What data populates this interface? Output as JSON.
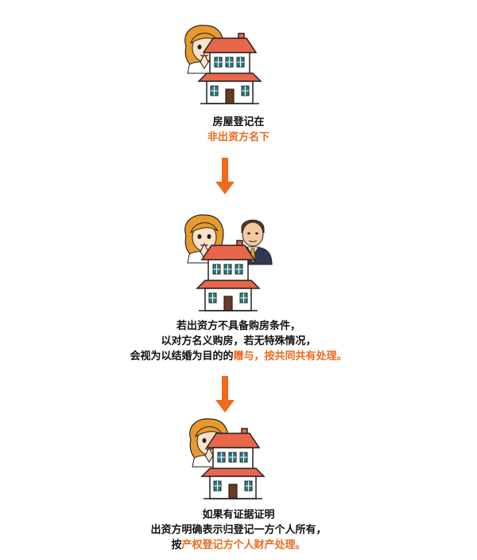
{
  "steps": [
    {
      "line1": "房屋登记在",
      "line2_highlight": "非出资方名下"
    },
    {
      "line1": "若出资方不具备购房条件，",
      "line2": "以对方名义购房，若无特殊情况，",
      "line3_prefix": "会视为以结婚为目的的",
      "line3_highlight": "赠与，按共同共有处理。"
    },
    {
      "line1": "如果有证据证明",
      "line2": "出资方明确表示归登记一方个人所有，",
      "line3_prefix": "按",
      "line3_highlight": "产权登记方个人财产处理。"
    }
  ],
  "colors": {
    "accent": "#ee6a1c",
    "roof": "#e8664a",
    "text": "#111111"
  },
  "icons": [
    "woman-icon",
    "house-icon",
    "man-icon",
    "down-arrow-icon"
  ]
}
